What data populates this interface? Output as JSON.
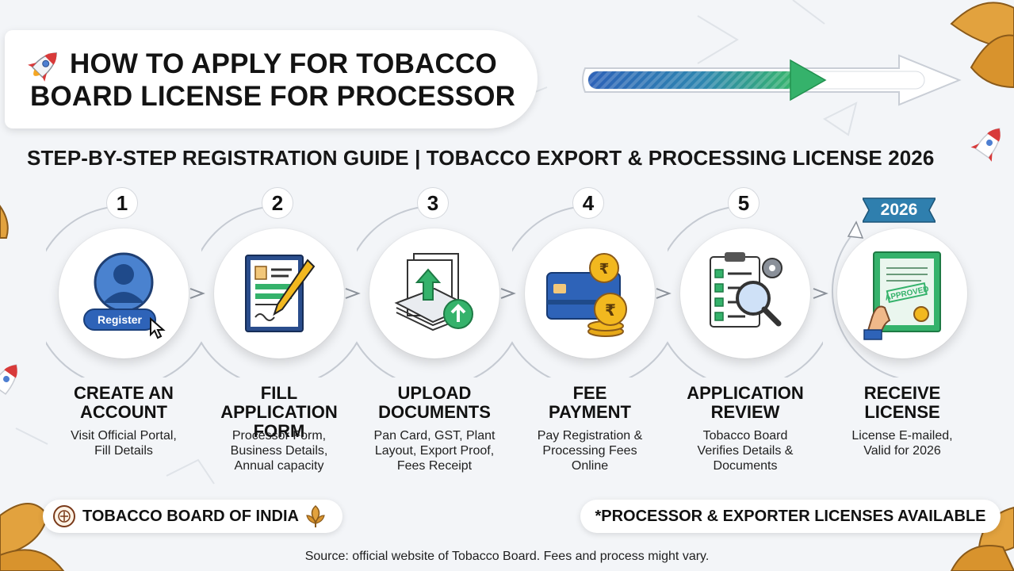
{
  "title": {
    "line1": "HOW TO APPLY FOR TOBACCO",
    "line2": "BOARD LICENSE FOR PROCESSOR"
  },
  "subtitle": "STEP-BY-STEP REGISTRATION GUIDE | TOBACCO EXPORT & PROCESSING LICENSE 2026",
  "progress": {
    "fill_fraction": 0.62
  },
  "steps": [
    {
      "num": "1",
      "title": "CREATE AN\nACCOUNT",
      "desc": "Visit Official Portal,\nFill Details",
      "icon": "user-register-icon",
      "icon_label": "Register"
    },
    {
      "num": "2",
      "title": "FILL APPLICATION\nFORM",
      "desc": "Processor Form,\nBusiness Details,\nAnnual capacity",
      "icon": "form-pen-icon"
    },
    {
      "num": "3",
      "title": "UPLOAD\nDOCUMENTS",
      "desc": "Pan Card, GST, Plant\nLayout, Export Proof,\nFees Receipt",
      "icon": "upload-documents-icon"
    },
    {
      "num": "4",
      "title": "FEE\nPAYMENT",
      "desc": "Pay Registration &\nProcessing Fees\nOnline",
      "icon": "card-coins-icon"
    },
    {
      "num": "5",
      "title": "APPLICATION\nREVIEW",
      "desc": "Tobacco Board\nVerifies Details &\nDocuments",
      "icon": "checklist-magnifier-icon"
    },
    {
      "num": "",
      "title": "RECEIVE\nLICENSE",
      "desc": "License E-mailed,\nValid for 2026",
      "icon": "approved-certificate-icon",
      "icon_label": "APPROVED"
    }
  ],
  "year_badge": "2026",
  "footer": {
    "left": "TOBACCO BOARD OF INDIA",
    "right": "*PROCESSOR & EXPORTER LICENSES AVAILABLE"
  },
  "source": "Source: official website of Tobacco Board. Fees and process might vary.",
  "colors": {
    "blue": "#2e63b8",
    "green": "#35b26b",
    "leaf": "#e0a040",
    "gold": "#f2b81f"
  }
}
